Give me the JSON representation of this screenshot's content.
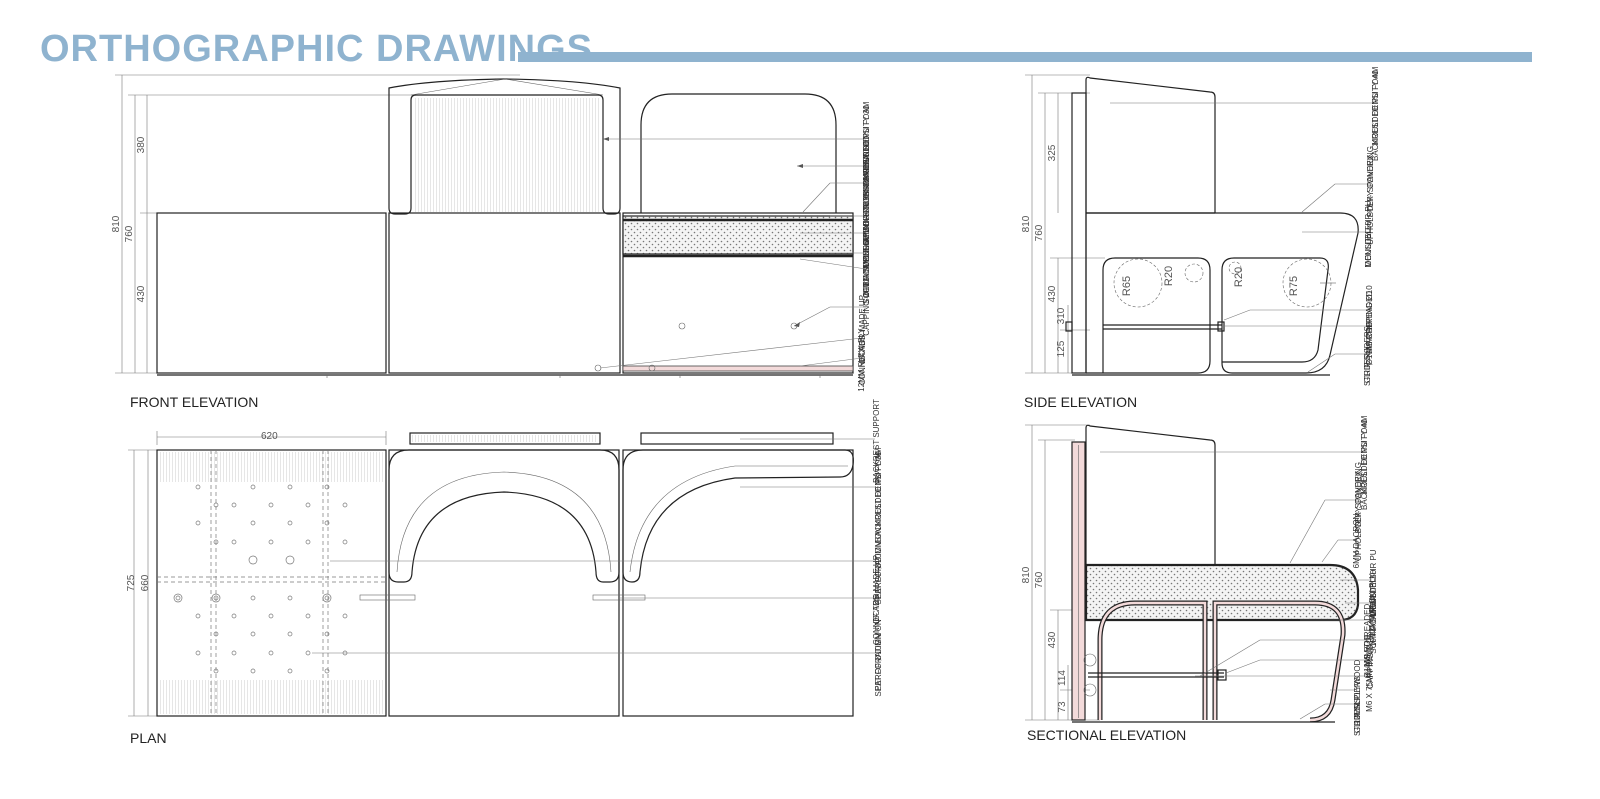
{
  "title": "ORTHOGRAPHIC DRAWINGS",
  "accent_color": "#8fb3cf",
  "views": {
    "front": "FRONT ELEVATION",
    "side": "SIDE ELEVATION",
    "plan": "PLAN",
    "sectional": "SECTIONAL ELEVATION"
  },
  "front_dims": [
    "810",
    "760",
    "380",
    "430"
  ],
  "front_notes": [
    [
      "MOULDED PU FOAM",
      "BACKREST DENSITY 30"
    ],
    [
      "19MM PLYWOOD"
    ],
    [
      "POLY- SPANDEX",
      "UPHOLSTERY COVERING"
    ],
    [
      "6MM DACRON"
    ],
    [
      "MOULDED HR PU",
      "DENSITY 50"
    ],
    [
      "12MM FLEXI PLY"
    ],
    [
      "10MM SUPER",
      "SOFT FOAM"
    ],
    [
      "CAPPING Ø10"
    ],
    [
      "CONNECTOR MADE UP",
      "OF ABS"
    ],
    [
      "12MM FLEXI PLY"
    ]
  ],
  "side_dims": [
    "810",
    "760",
    "325",
    "430",
    "310",
    "125"
  ],
  "side_radii": [
    "R65",
    "R20",
    "R20",
    "R75"
  ],
  "side_notes": [
    [
      "MOULDED PU FOAM",
      "BACKREST DENSITY 40"
    ],
    [
      "POLY- SPANDEX",
      "UPHOLSTERY COVERING"
    ],
    [
      "MOULDED HR PU",
      "DENSITY 50"
    ],
    [
      "CAPPING Ø10"
    ],
    [
      "Ø10MM THREADED",
      "MS ROD"
    ],
    [
      "STRIP SLIDERS",
      "GLIDERS"
    ]
  ],
  "plan_dims": [
    "620",
    "725",
    "660"
  ],
  "plan_notes": [
    [
      "BACKREST SUPPORT"
    ],
    [
      "MOULDED PU FOAM",
      "BACKREST DENSITY 30"
    ],
    [
      "PERFORATION ON",
      "SEAT OF Ø20MM"
    ],
    [
      "CONNECTOR MADE UP",
      "OF ABS"
    ],
    [
      "PERFORATION ON",
      "SEAT OF Ø10MM"
    ]
  ],
  "sectional_dims": [
    "810",
    "760",
    "430",
    "114",
    "73"
  ],
  "sectional_notes": [
    [
      "MOULDED PU FOAM",
      "BACKREST DENSITY 40"
    ],
    [
      "POLY- SPANDEX",
      "UPHOLSTERY COVERING"
    ],
    [
      "6MM DACRON"
    ],
    [
      "MOULDED HR PU",
      "DENSITY 50"
    ],
    [
      "12MM FLEXI PLY"
    ],
    [
      "10MM SUPER",
      "SOFT FOAM"
    ],
    [
      "Ø10MM THREADED",
      "MS ROD"
    ],
    [
      "CAPPING Ø10"
    ],
    [
      "M6 X 75MM BOLT"
    ],
    [
      "12MM PLYWOOD"
    ],
    [
      "STRIP SLIDERS",
      "GLIDERS"
    ]
  ]
}
